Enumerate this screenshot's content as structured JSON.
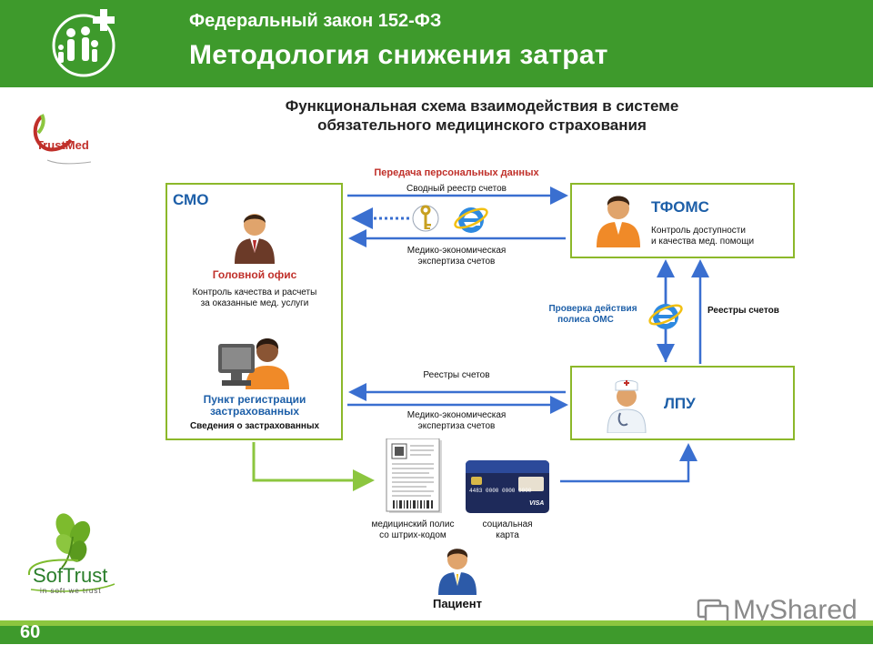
{
  "header": {
    "subtitle": "Федеральный закон 152-ФЗ",
    "title": "Методология снижения затрат"
  },
  "diagram_title": {
    "line1": "Функциональная схема взаимодействия в системе",
    "line2": "обязательного медицинского страхования"
  },
  "logos": {
    "trustmed": "TrustMed",
    "softtrust_name": "SofTrust",
    "softtrust_slogan": "in soft we trust",
    "myshared": "MyShared"
  },
  "smo": {
    "title": "СМО",
    "head_office": "Головной офис",
    "head_office_desc1": "Контроль качества и расчеты",
    "head_office_desc2": "за оказанные мед. услуги",
    "reg_point1": "Пункт регистрации",
    "reg_point2": "застрахованных",
    "reg_desc": "Сведения о застрахованных"
  },
  "tfoms": {
    "title": "ТФОМС",
    "desc1": "Контроль доступности",
    "desc2": "и качества мед. помощи"
  },
  "lpu": {
    "title": "ЛПУ"
  },
  "flows": {
    "personal_data": "Передача персональных данных",
    "summary_registry": "Сводный реестр счетов",
    "mee_top1": "Медико-экономическая",
    "mee_top2": "экспертиза счетов",
    "policy_check1": "Проверка действия",
    "policy_check2": "полиса ОМС",
    "registries_right": "Реестры счетов",
    "registries_mid": "Реестры счетов",
    "mee_bottom1": "Медико-экономическая",
    "mee_bottom2": "экспертиза счетов"
  },
  "documents": {
    "policy1": "медицинский полис",
    "policy2": "со штрих-кодом",
    "card1": "социальная",
    "card2": "карта",
    "card_number": "4483  0000  0000  0000",
    "card_brand": "VISA"
  },
  "patient": {
    "label": "Пациент"
  },
  "page_number": "60",
  "colors": {
    "brand_green": "#3e9a2c",
    "box_border": "#8cb82a",
    "arrow_blue": "#3a6fd0",
    "arrow_green": "#8cc63f",
    "heading_blue": "#1d5fa8",
    "accent_red": "#c0302a"
  }
}
